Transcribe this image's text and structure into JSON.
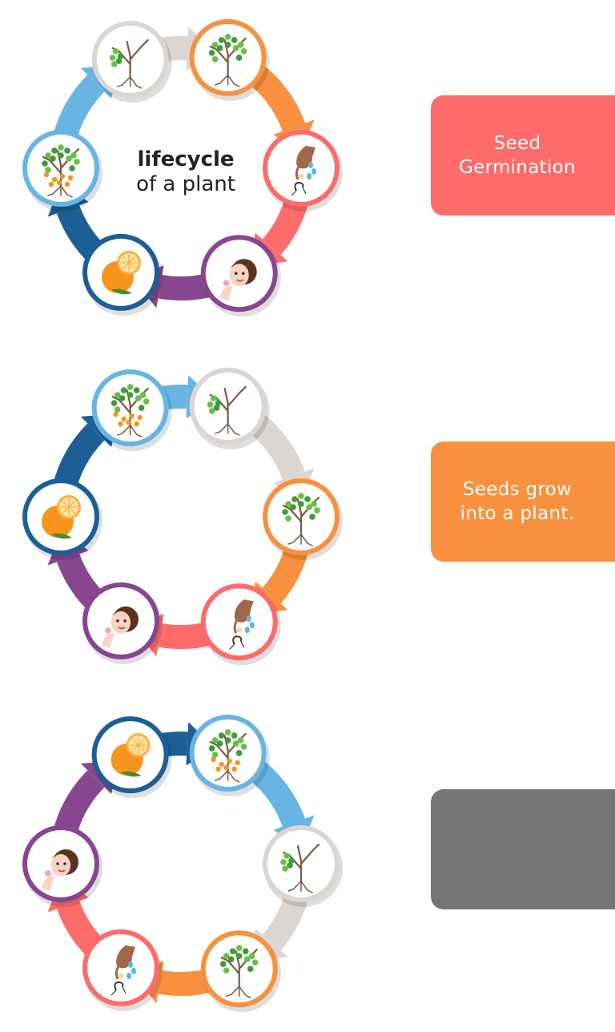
{
  "title": {
    "bold": "lifecycle",
    "light": "of a plant"
  },
  "colors": {
    "gray": "#dcd6d2",
    "orange": "#f7913f",
    "coral": "#fd6b6b",
    "purple": "#87468e",
    "navy": "#1c5e96",
    "sky": "#68b5e4",
    "card_gray": "#767676"
  },
  "cycles": [
    {
      "name": "cycle-1",
      "angles": [
        245,
        293,
        0,
        61,
        120,
        180
      ],
      "arrows": [
        "gray",
        "orange",
        "coral",
        "purple",
        "navy",
        "sky"
      ],
      "stages": [
        {
          "icon": "seedling-roots-tree-icon",
          "color": "gray"
        },
        {
          "icon": "leafy-tree-roots-icon",
          "color": "orange"
        },
        {
          "icon": "hand-sowing-seeds-icon",
          "color": "coral"
        },
        {
          "icon": "woman-with-flower-icon",
          "color": "purple"
        },
        {
          "icon": "orange-fruit-icon",
          "color": "navy"
        },
        {
          "icon": "fruit-tree-icon",
          "color": "sky"
        }
      ]
    },
    {
      "name": "cycle-2",
      "angles": [
        245,
        293,
        0,
        61,
        120,
        180
      ],
      "arrows": [
        "sky",
        "gray",
        "orange",
        "coral",
        "purple",
        "navy"
      ],
      "stages": [
        {
          "icon": "fruit-tree-icon",
          "color": "sky"
        },
        {
          "icon": "seedling-roots-tree-icon",
          "color": "gray"
        },
        {
          "icon": "leafy-tree-roots-icon",
          "color": "orange"
        },
        {
          "icon": "hand-sowing-seeds-icon",
          "color": "coral"
        },
        {
          "icon": "woman-with-flower-icon",
          "color": "purple"
        },
        {
          "icon": "orange-fruit-icon",
          "color": "navy"
        }
      ]
    },
    {
      "name": "cycle-3",
      "angles": [
        245,
        293,
        0,
        61,
        120,
        180
      ],
      "arrows": [
        "navy",
        "sky",
        "gray",
        "orange",
        "coral",
        "purple"
      ],
      "stages": [
        {
          "icon": "orange-fruit-icon",
          "color": "navy"
        },
        {
          "icon": "fruit-tree-icon",
          "color": "sky"
        },
        {
          "icon": "seedling-roots-tree-icon",
          "color": "gray"
        },
        {
          "icon": "leafy-tree-roots-icon",
          "color": "orange"
        },
        {
          "icon": "hand-sowing-seeds-icon",
          "color": "coral"
        },
        {
          "icon": "woman-with-flower-icon",
          "color": "purple"
        }
      ]
    }
  ],
  "cards": [
    {
      "text": "Seed Germination",
      "color": "coral"
    },
    {
      "text": "Seeds grow into a plant.",
      "color": "orange"
    },
    {
      "text": "",
      "color": "card_gray"
    }
  ]
}
